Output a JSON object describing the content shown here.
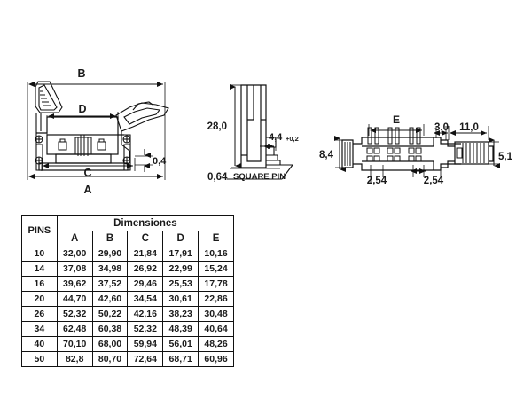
{
  "document": {
    "type": "technical-drawing",
    "title": "Connector dimensional drawing",
    "background_color": "#ffffff",
    "line_color": "#111111"
  },
  "views": {
    "front": {
      "name": "front-view",
      "dimension_labels": [
        {
          "id": "B",
          "text": "B",
          "position": "top"
        },
        {
          "id": "D",
          "text": "D",
          "position": "middle"
        },
        {
          "id": "C",
          "text": "C",
          "position": "lower"
        },
        {
          "id": "A",
          "text": "A",
          "position": "bottom"
        },
        {
          "id": "thickness",
          "text": "0,4",
          "position": "right"
        }
      ]
    },
    "side": {
      "name": "side-view",
      "dimension_labels": [
        {
          "id": "height",
          "text": "28,0",
          "position": "left"
        },
        {
          "id": "pin_len",
          "text": "4,4",
          "tolerance": "+0,2",
          "position": "right"
        },
        {
          "id": "pin_size",
          "text": "0,64",
          "position": "bottom-left"
        }
      ],
      "note": "SQUARE PIN"
    },
    "top": {
      "name": "top-view",
      "dimension_labels": [
        {
          "id": "E",
          "text": "E",
          "position": "top"
        },
        {
          "id": "width",
          "text": "8,4",
          "position": "left"
        },
        {
          "id": "pitch_left",
          "text": "2,54",
          "position": "bottom-left"
        },
        {
          "id": "pitch_right",
          "text": "2,54",
          "position": "bottom-right"
        },
        {
          "id": "gap",
          "text": "3,0",
          "position": "top-right"
        },
        {
          "id": "tail",
          "text": "11,0",
          "position": "top-right"
        },
        {
          "id": "tail_height",
          "text": "5,1",
          "position": "right"
        }
      ]
    }
  },
  "table": {
    "name": "dimensions-table",
    "pins_header": "PINS",
    "group_header": "Dimensiones",
    "columns": [
      "A",
      "B",
      "C",
      "D",
      "E"
    ],
    "rows": [
      {
        "pins": "10",
        "A": "32,00",
        "B": "29,90",
        "C": "21,84",
        "D": "17,91",
        "E": "10,16"
      },
      {
        "pins": "14",
        "A": "37,08",
        "B": "34,98",
        "C": "26,92",
        "D": "22,99",
        "E": "15,24"
      },
      {
        "pins": "16",
        "A": "39,62",
        "B": "37,52",
        "C": "29,46",
        "D": "25,53",
        "E": "17,78"
      },
      {
        "pins": "20",
        "A": "44,70",
        "B": "42,60",
        "C": "34,54",
        "D": "30,61",
        "E": "22,86"
      },
      {
        "pins": "26",
        "A": "52,32",
        "B": "50,22",
        "C": "42,16",
        "D": "38,23",
        "E": "30,48"
      },
      {
        "pins": "34",
        "A": "62,48",
        "B": "60,38",
        "C": "52,32",
        "D": "48,39",
        "E": "40,64"
      },
      {
        "pins": "40",
        "A": "70,10",
        "B": "68,00",
        "C": "59,94",
        "D": "56,01",
        "E": "48,26"
      },
      {
        "pins": "50",
        "A": "82,8",
        "B": "80,70",
        "C": "72,64",
        "D": "68,71",
        "E": "60,96"
      }
    ]
  }
}
